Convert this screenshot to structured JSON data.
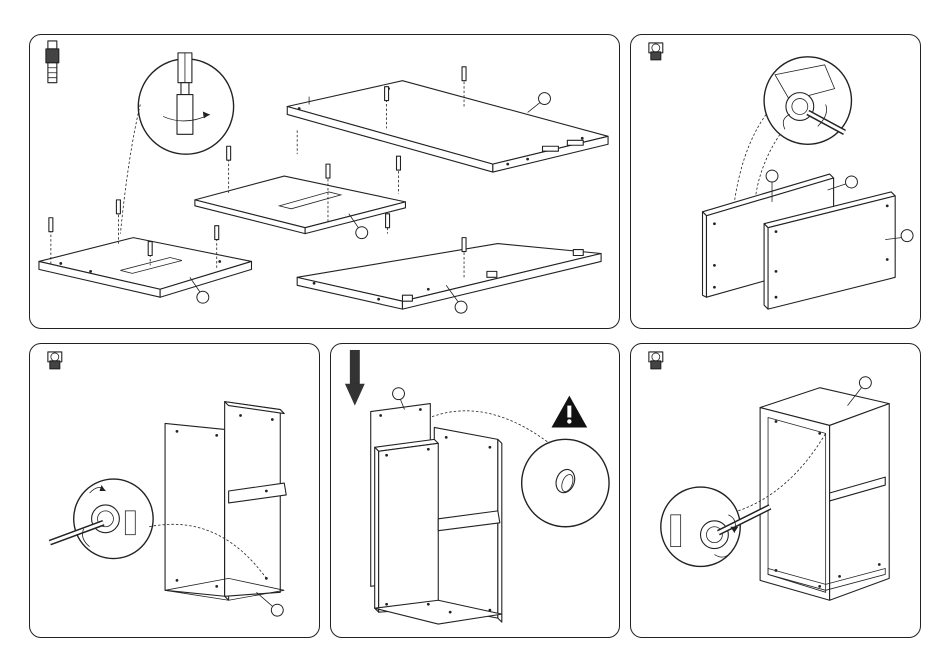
{
  "steps": [
    {
      "id": 1,
      "icons": [
        "dowel-screw-icon"
      ],
      "callout_count": 4
    },
    {
      "id": 2,
      "icons": [
        "cam-lock-icon"
      ],
      "callout_count": 3
    },
    {
      "id": 3,
      "icons": [
        "cam-lock-icon"
      ],
      "callout_count": 1
    },
    {
      "id": 4,
      "icons": [
        "down-arrow-icon",
        "warning-icon"
      ],
      "callout_count": 1
    },
    {
      "id": 5,
      "icons": [
        "cam-lock-icon"
      ],
      "callout_count": 1
    }
  ]
}
